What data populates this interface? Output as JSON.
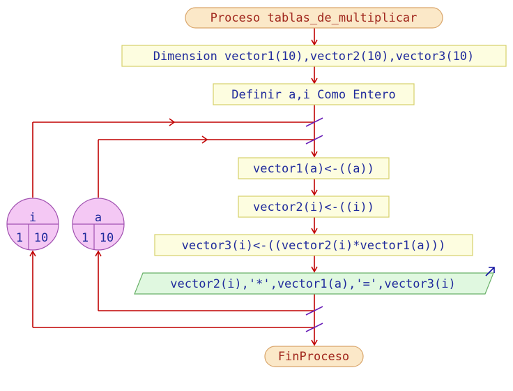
{
  "flow": {
    "start": "Proceso tablas_de_multiplicar",
    "dimension": "Dimension vector1(10),vector2(10),vector3(10)",
    "define": "Definir a,i Como Entero",
    "assign1": "vector1(a)<-((a))",
    "assign2": "vector2(i)<-((i))",
    "assign3": "vector3(i)<-((vector2(i)*vector1(a)))",
    "output": "vector2(i),'*',vector1(a),'=',vector3(i)",
    "end": "FinProceso"
  },
  "loops": {
    "outer": {
      "var": "i",
      "from": "1",
      "to": "10"
    },
    "inner": {
      "var": "a",
      "from": "1",
      "to": "10"
    }
  },
  "colors": {
    "terminal_fill": "#fbe8c8",
    "terminal_stroke": "#d9a56a",
    "terminal_text": "#a0261c",
    "process_fill": "#fdfde0",
    "process_stroke": "#d6d06a",
    "output_fill": "#e0f8e0",
    "output_stroke": "#68b068",
    "loop_fill": "#f4c8f4",
    "loop_stroke": "#a050b0",
    "code_text": "#1f2a9c",
    "flow_line": "#c00000",
    "junction_mark": "#6a20b8",
    "output_arrow": "#1010a0"
  }
}
